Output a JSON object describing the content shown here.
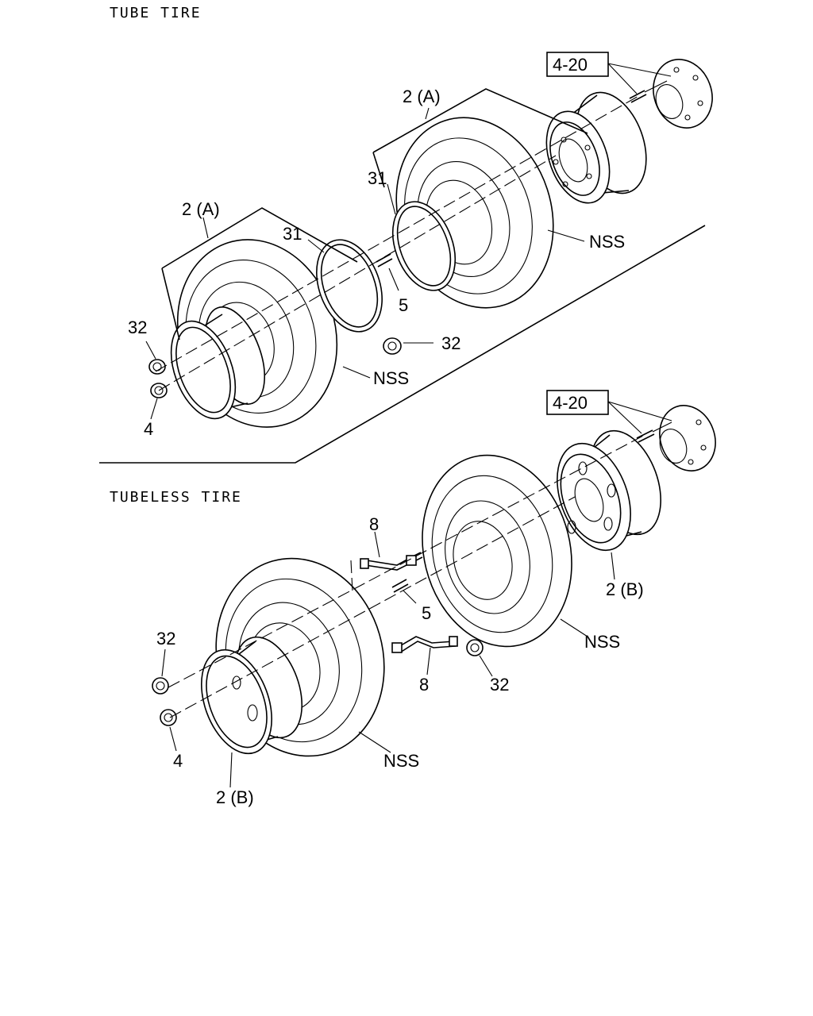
{
  "sections": {
    "tube": "TUBE TIRE",
    "tubeless": "TUBELESS TIRE"
  },
  "refs": {
    "tube_hub": "4-20",
    "tubeless_hub": "4-20"
  },
  "labels": {
    "t_2a_rear": "2 (A)",
    "t_31_rear": "31",
    "t_nss_rear": "NSS",
    "t_2a_front": "2 (A)",
    "t_31_front": "31",
    "t_5": "5",
    "t_32_right": "32",
    "t_nss_front": "NSS",
    "t_32_left": "32",
    "t_4": "4",
    "l_8_top": "8",
    "l_5": "5",
    "l_2b_rear": "2 (B)",
    "l_nss_rear": "NSS",
    "l_32_left": "32",
    "l_8_bottom": "8",
    "l_32_right": "32",
    "l_4": "4",
    "l_nss_front": "NSS",
    "l_2b_front": "2 (B)"
  }
}
